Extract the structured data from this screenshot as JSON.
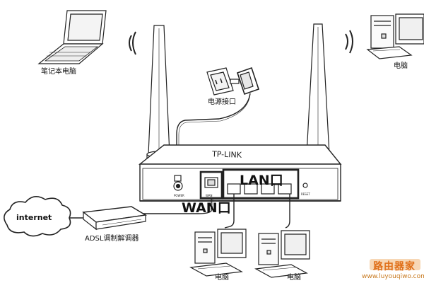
{
  "labels": {
    "laptop": "笔记本电脑",
    "pc_top_right": "电脑",
    "power_outlet": "电源接口",
    "lan_port": "LAN口",
    "wan_port": "WAN口",
    "internet": "internet",
    "modem": "ADSL调制解调器",
    "pc_bottom_left": "电脑",
    "pc_bottom_right": "电脑"
  },
  "watermark": {
    "logo_text": "路由器家",
    "url": "www.luyouqiwo.com"
  },
  "colors": {
    "line": "#222222",
    "watermark": "#e0701a"
  }
}
